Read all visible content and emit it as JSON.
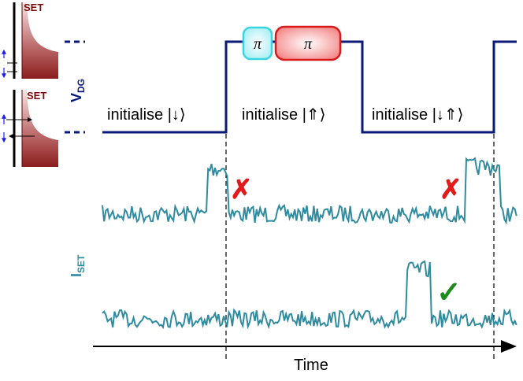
{
  "diagram": {
    "set_label_top": "SET",
    "set_label_bottom": "SET",
    "vdg_label": "V",
    "vdg_sub": "DG",
    "iset_label": "I",
    "iset_sub": "SET",
    "pulse_short_label": "π",
    "pulse_long_label": "π",
    "phase_labels": [
      "initialise |↓⟩",
      "initialise |⇑⟩",
      "initialise |↓⇑⟩"
    ],
    "cross_mark": "✗",
    "check_mark": "✓",
    "time_label": "Time"
  },
  "colors": {
    "gate_line": "#0a1a78",
    "trace": "#2e8ba0",
    "set_text": "#7a0d0d",
    "set_fill_dark": "#8a1c1c",
    "cross": "#e11a1a",
    "check": "#1e8a1e",
    "pulse_short_stroke": "#38d6e0",
    "pulse_short_fill": "#c8f6f8",
    "pulse_long_stroke": "#d91a1a",
    "pulse_long_fill": "#f9b2b2",
    "arrow_blue": "#1a1aff"
  }
}
